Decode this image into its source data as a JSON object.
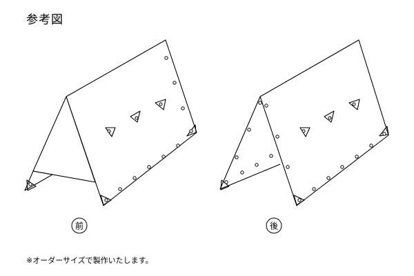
{
  "title": "参考図",
  "labels": {
    "front": "前",
    "back": "後"
  },
  "note": "※オーダーサイズで製作いたします。"
}
